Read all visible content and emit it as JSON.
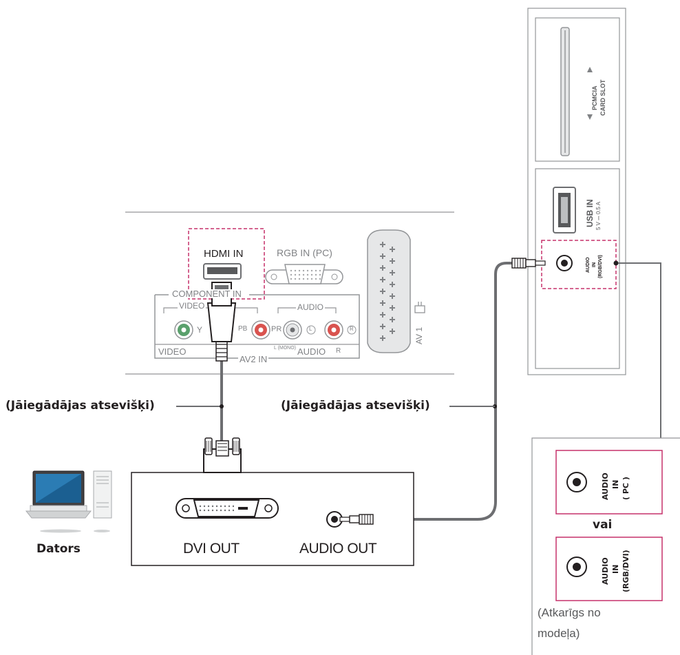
{
  "tv_back_panel": {
    "hdmi_in": "HDMI IN",
    "rgb_in": "RGB IN (PC)",
    "component_in": "COMPONENT IN",
    "video_group": "VIDEO",
    "audio_group": "AUDIO",
    "y": "Y",
    "pb": "PB",
    "pr": "PR",
    "l": "L",
    "r": "R",
    "video": "VIDEO",
    "mono": "L (MONO)",
    "audio": "AUDIO",
    "audio_r": "R",
    "av2_in": "AV2 IN",
    "av1": "AV 1"
  },
  "tv_side_panel": {
    "pcmcia": "PCMCIA",
    "card_slot": "CARD SLOT",
    "usb_in": "USB IN",
    "usb_rating": "5 V ⎓ 0.5 A",
    "audio_in_line1": "AUDIO",
    "audio_in_line2": "IN",
    "audio_in_line3": "(RGB/DVI)"
  },
  "cable_labels": {
    "hdmi_cable": "(Jāiegādājas atsevišķi)",
    "audio_cable": "(Jāiegādājas atsevišķi)"
  },
  "computer": {
    "label": "Dators",
    "dvi_out": "DVI OUT",
    "audio_out": "AUDIO OUT"
  },
  "model_note": {
    "jack1_line1": "AUDIO",
    "jack1_line2": "IN",
    "jack1_line3": "( PC )",
    "or": "vai",
    "jack2_line1": "AUDIO",
    "jack2_line2": "IN",
    "jack2_line3": "(RGB/DVI)",
    "note_line1": "(Atkarīgs no",
    "note_line2": "modeļa)"
  },
  "colors": {
    "highlight": "#c6306a",
    "cable": "#6d6e71",
    "line": "#939598",
    "green_jack": "#5aa06c",
    "red_jack": "#d9534f"
  }
}
